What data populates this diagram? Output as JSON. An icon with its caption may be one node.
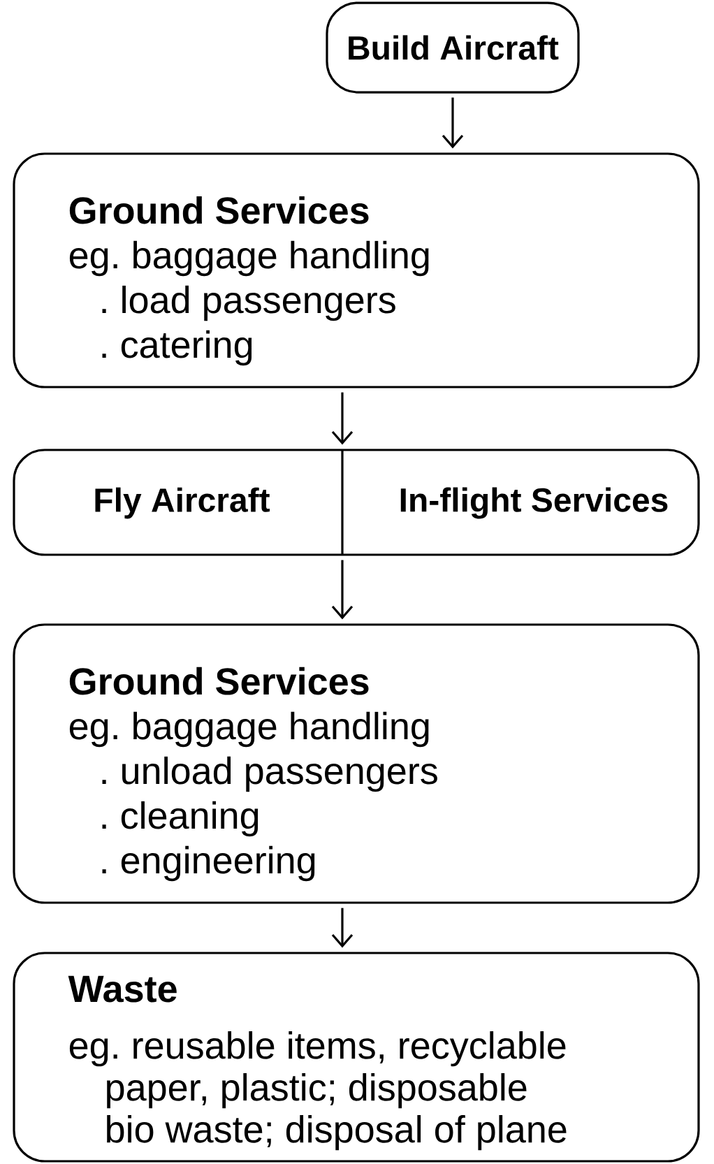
{
  "diagram": {
    "nodes": [
      {
        "text": [
          "Build Aircraft"
        ]
      },
      {
        "text": [
          "Ground Services",
          "eg. baggage handling",
          ". load passengers",
          ". catering"
        ]
      },
      {
        "text": [],
        "shape": "box"
      },
      {
        "text": [
          "Fly Aircraft"
        ],
        "in": 2
      },
      {
        "text": [
          "In-flight Services"
        ],
        "in": 2
      },
      {
        "text": [
          "Ground Services",
          "eg. baggage handling",
          ". unload passengers",
          ". cleaning",
          ". engineering"
        ]
      },
      {
        "text": [
          "Waste",
          "eg. reusable items, recyclable paper, plastic; disposable bio waste; disposal of plane"
        ]
      }
    ],
    "edges": [
      {
        "from": 0,
        "to": 1,
        "arrow": "to"
      },
      {
        "from": 1,
        "to": 2,
        "arrow": "to"
      },
      {
        "from": 2,
        "to": 5,
        "arrow": "to"
      },
      {
        "from": 5,
        "to": 6,
        "arrow": "to"
      }
    ]
  }
}
